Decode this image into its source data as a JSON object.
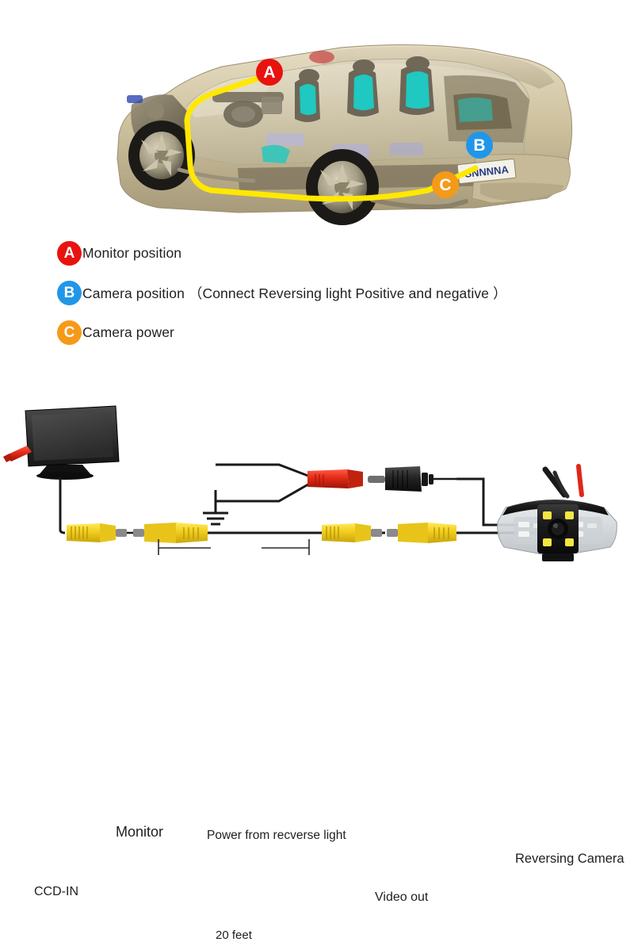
{
  "diagram": {
    "title": "Reversing camera installation diagram",
    "car_section": {
      "markers": [
        {
          "id": "A",
          "letter": "A",
          "color": "#e8130f",
          "meaning": "Monitor position"
        },
        {
          "id": "B",
          "letter": "B",
          "color": "#2196e8",
          "meaning": "Camera position"
        },
        {
          "id": "C",
          "letter": "C",
          "color": "#f59a18",
          "meaning": "Camera power"
        }
      ],
      "route_color": "#ffe800",
      "body_color": "#cfc3a0",
      "interior_accent": "#1fc8c0",
      "plate_text": "SNNNNA"
    },
    "legend": [
      {
        "letter": "A",
        "color": "#e8130f",
        "label": "Monitor position"
      },
      {
        "letter": "B",
        "color": "#2196e8",
        "label": "Camera position （Connect Reversing light Positive and negative ）"
      },
      {
        "letter": "C",
        "color": "#f59a18",
        "label": "Camera power"
      }
    ],
    "wiring": {
      "monitor_label": "Monitor",
      "power_label": "Power from recverse light",
      "ccd_in_label": "CCD-IN",
      "video_out_label": "Video out",
      "camera_label": "Reversing Camera",
      "distance_label": "20 feet",
      "connector_colors": {
        "rca": "#f2d022",
        "power_female": "#e22b18",
        "power_male": "#1a1a1a",
        "wire": "#1a1a1a"
      },
      "camera_led_color": "#f5e642"
    }
  }
}
